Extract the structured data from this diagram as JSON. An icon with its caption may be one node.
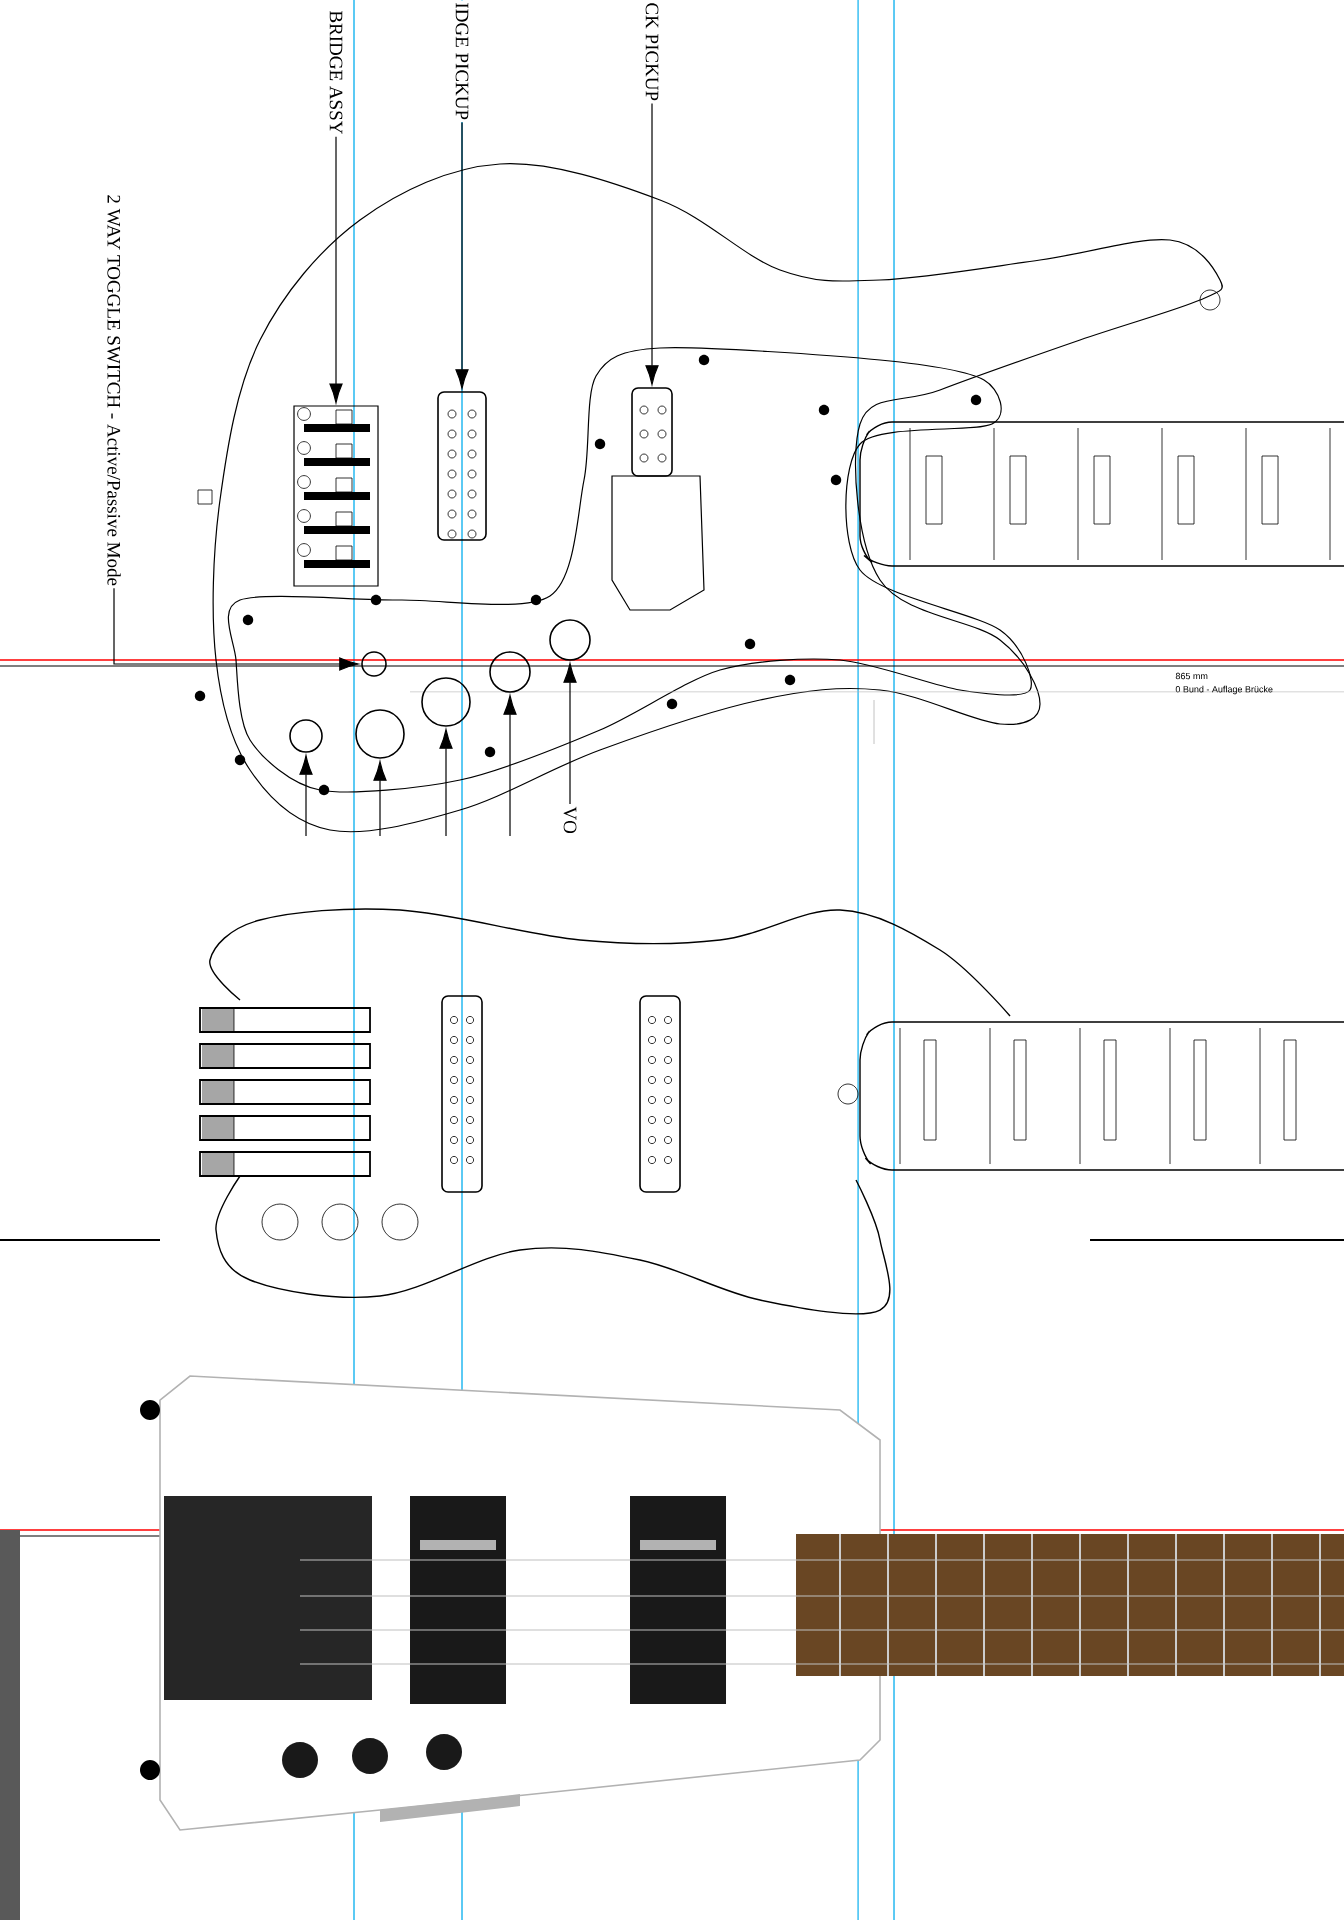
{
  "diagram": {
    "nodes": [
      {
        "text": [
          "BRIDGE ASSY"
        ]
      },
      {
        "text": [],
        "shape": "picture"
      },
      {
        "text": [
          "IDGE PICKUP"
        ]
      },
      {
        "text": [],
        "shape": "box"
      },
      {
        "text": [
          "CK PICKUP"
        ]
      },
      {
        "text": [],
        "shape": "box"
      },
      {
        "text": [
          "2 WAY TOGGLE SWITCH - Active/Passive Mode"
        ]
      },
      {
        "text": [],
        "shape": "circle"
      },
      {
        "text": [],
        "shape": "circle"
      },
      {
        "text": [],
        "shape": "circle"
      },
      {
        "text": [],
        "shape": "circle"
      },
      {
        "text": [],
        "shape": "circle"
      },
      {
        "text": [],
        "shape": "circle"
      },
      {
        "text": [
          "VO"
        ]
      }
    ],
    "edges": [
      {
        "from": 0,
        "to": 1,
        "arrow": "to"
      },
      {
        "from": 2,
        "to": 3,
        "arrow": "to"
      },
      {
        "from": 4,
        "to": 5,
        "arrow": "to"
      },
      {
        "from": 6,
        "to": 7,
        "arrow": "to"
      },
      {
        "from": null,
        "to": 8,
        "arrow": "to"
      },
      {
        "from": null,
        "to": 9,
        "arrow": "to"
      },
      {
        "from": null,
        "to": 10,
        "arrow": "to"
      },
      {
        "from": null,
        "to": 11,
        "arrow": "to"
      },
      {
        "from": 13,
        "to": 12,
        "arrow": "to"
      }
    ],
    "labels": [
      "865 mm",
      "0 Bund - Auflage Brücke"
    ]
  }
}
